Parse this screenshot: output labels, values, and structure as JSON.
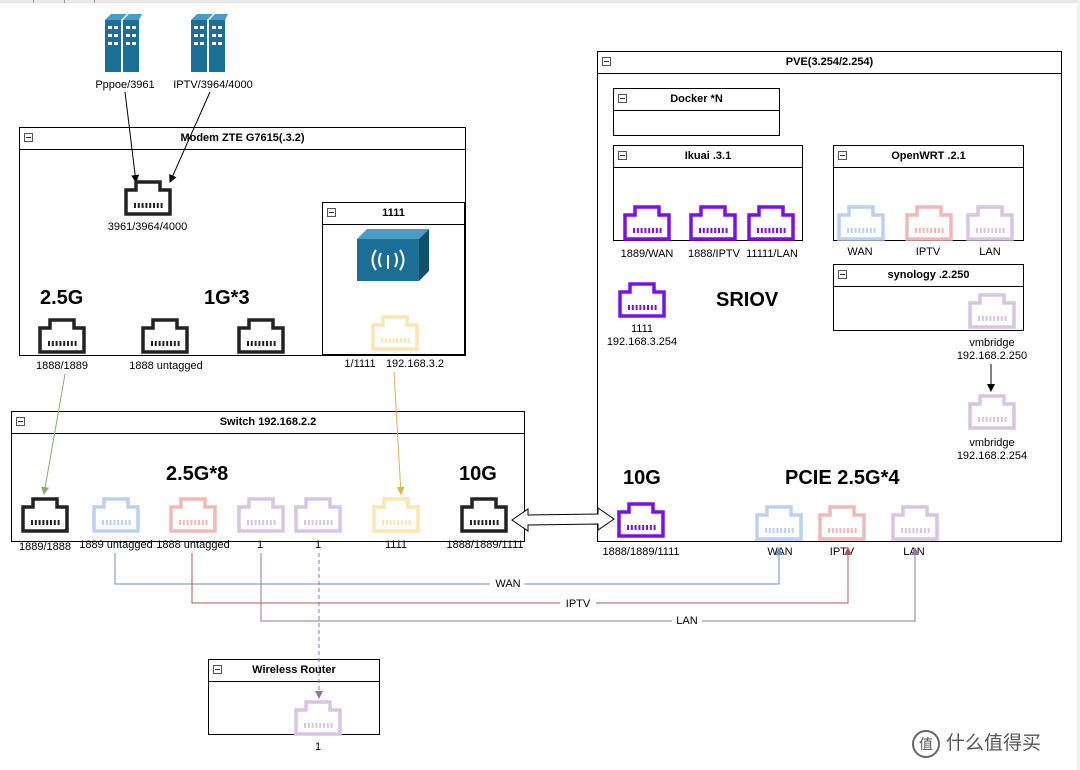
{
  "diagram": {
    "sources": [
      {
        "label": "Pppoe/3961"
      },
      {
        "label": "IPTV/3964/4000"
      }
    ],
    "modem": {
      "title": "Modem ZTE G7615(.3.2)",
      "in_port_label": "3961/3964/4000",
      "speed_25g": "2.5G",
      "speed_1g": "1G*3",
      "port_1888_1889": "1888/1889",
      "port_untagged": "1888 untagged",
      "wifi_box_title": "1111",
      "wifi_port_label1": "1/1111",
      "wifi_port_label2": "192.168.3.2"
    },
    "switch": {
      "title": "Switch 192.168.2.2",
      "speed_25g": "2.5G*8",
      "speed_10g": "10G",
      "ports": [
        "1889/1888",
        "1889 untagged",
        "1888 untagged",
        "1",
        "1",
        "1111",
        "1888/1889/1111"
      ]
    },
    "pve": {
      "title": "PVE(3.254/2.254)",
      "docker_title": "Docker *N",
      "ikuai_title": "Ikuai .3.1",
      "ikuai_ports": [
        "1889/WAN",
        "1888/IPTV",
        "11111/LAN"
      ],
      "openwrt_title": "OpenWRT .2.1",
      "openwrt_ports": [
        "WAN",
        "IPTV",
        "LAN"
      ],
      "synology_title": "synology .2.250",
      "sriov": "SRIOV",
      "port_1111_l1": "1111",
      "port_1111_l2": "192.168.3.254",
      "vmbridge1_l1": "vmbridge",
      "vmbridge1_l2": "192.168.2.250",
      "vmbridge2_l1": "vmbridge",
      "vmbridge2_l2": "192.168.2.254",
      "speed_10g": "10G",
      "port_10g_label": "1888/1889/1111",
      "pcie": "PCIE 2.5G*4",
      "pcie_ports": [
        "WAN",
        "IPTV",
        "LAN"
      ]
    },
    "links": {
      "wan": "WAN",
      "iptv": "IPTV",
      "lan": "LAN"
    },
    "router": {
      "title": "Wireless Router",
      "port_label": "1"
    },
    "watermark": "什么值得买"
  },
  "colors": {
    "black": "#222222",
    "purple": "#7a10e8",
    "lightblue": "#bcd0f2",
    "lightred": "#f2b8b8",
    "lightpurple": "#d8c4e6",
    "lightyellow": "#fbe6b0",
    "green": "#82b366",
    "orange": "#e0b04a",
    "wan_line": "#6c8ebf",
    "iptv_line": "#b85450",
    "lan_line": "#9673a6",
    "teal": "#1b6e96"
  }
}
